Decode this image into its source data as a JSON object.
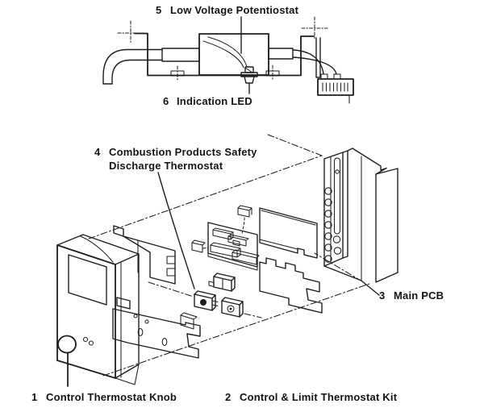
{
  "figure": {
    "type": "exploded-parts-diagram",
    "background_color": "#ffffff",
    "line_color": "#1e1e1e",
    "callouts": {
      "c1": {
        "number": "1",
        "label": "Control Thermostat Knob"
      },
      "c2": {
        "number": "2",
        "label": "Control & Limit Thermostat Kit"
      },
      "c3": {
        "number": "3",
        "label": "Main PCB"
      },
      "c4": {
        "number": "4",
        "label_line1": "Combustion Products Safety",
        "label_line2": "Discharge Thermostat"
      },
      "c5": {
        "number": "5",
        "label": "Low Voltage Potentiostat"
      },
      "c6": {
        "number": "6",
        "label": "Indication LED"
      }
    }
  }
}
